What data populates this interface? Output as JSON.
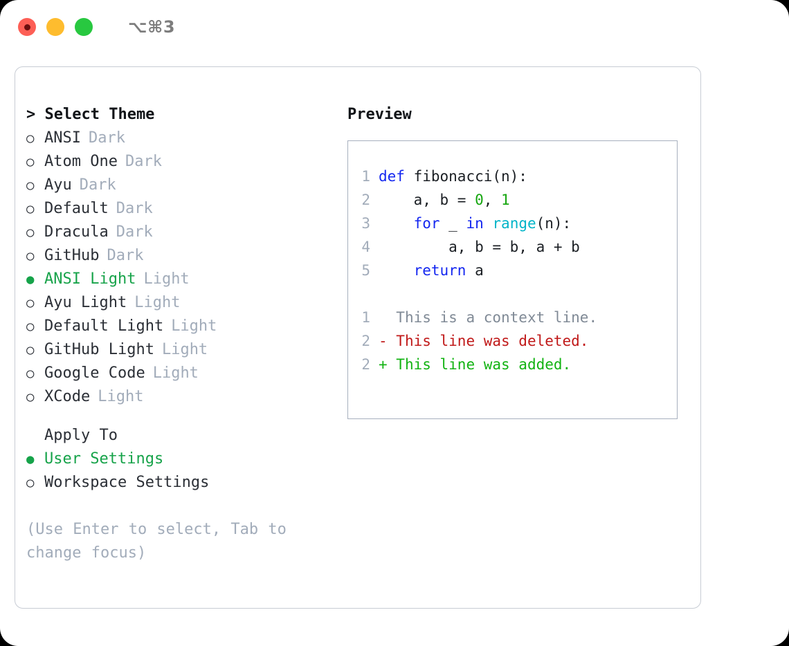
{
  "titlebar": {
    "shortcut": "⌥⌘3",
    "buttons": [
      {
        "name": "close",
        "color": "#fd5f56"
      },
      {
        "name": "minimize",
        "color": "#febc2e"
      },
      {
        "name": "maximize",
        "color": "#28c840"
      }
    ]
  },
  "theme_panel": {
    "header": "> Select Theme",
    "items": [
      {
        "marker": "○",
        "name": "ANSI",
        "suffix": "Dark",
        "selected": false
      },
      {
        "marker": "○",
        "name": "Atom One",
        "suffix": "Dark",
        "selected": false
      },
      {
        "marker": "○",
        "name": "Ayu",
        "suffix": "Dark",
        "selected": false
      },
      {
        "marker": "○",
        "name": "Default",
        "suffix": "Dark",
        "selected": false
      },
      {
        "marker": "○",
        "name": "Dracula",
        "suffix": "Dark",
        "selected": false
      },
      {
        "marker": "○",
        "name": "GitHub",
        "suffix": "Dark",
        "selected": false
      },
      {
        "marker": "●",
        "name": "ANSI Light",
        "suffix": "Light",
        "selected": true
      },
      {
        "marker": "○",
        "name": "Ayu Light",
        "suffix": "Light",
        "selected": false
      },
      {
        "marker": "○",
        "name": "Default Light",
        "suffix": "Light",
        "selected": false
      },
      {
        "marker": "○",
        "name": "GitHub Light",
        "suffix": "Light",
        "selected": false
      },
      {
        "marker": "○",
        "name": "Google Code",
        "suffix": "Light",
        "selected": false
      },
      {
        "marker": "○",
        "name": "XCode",
        "suffix": "Light",
        "selected": false
      }
    ],
    "apply_to": {
      "label": "Apply To",
      "options": [
        {
          "marker": "●",
          "name": "User Settings",
          "selected": true
        },
        {
          "marker": "○",
          "name": "Workspace Settings",
          "selected": false
        }
      ]
    },
    "hint": "(Use Enter to select, Tab to change focus)"
  },
  "preview_panel": {
    "header": "Preview",
    "code_lines": [
      {
        "num": "1",
        "tokens": [
          {
            "t": "def",
            "c": "kw"
          },
          {
            "t": " fibonacci(n):",
            "c": "plain"
          }
        ]
      },
      {
        "num": "2",
        "tokens": [
          {
            "t": "    a, b = ",
            "c": "plain"
          },
          {
            "t": "0",
            "c": "num"
          },
          {
            "t": ", ",
            "c": "plain"
          },
          {
            "t": "1",
            "c": "num"
          }
        ]
      },
      {
        "num": "3",
        "tokens": [
          {
            "t": "    ",
            "c": "plain"
          },
          {
            "t": "for",
            "c": "kw"
          },
          {
            "t": " _ ",
            "c": "plain"
          },
          {
            "t": "in",
            "c": "kw"
          },
          {
            "t": " ",
            "c": "plain"
          },
          {
            "t": "range",
            "c": "fn"
          },
          {
            "t": "(n):",
            "c": "plain"
          }
        ]
      },
      {
        "num": "4",
        "tokens": [
          {
            "t": "        a, b = b, a + b",
            "c": "plain"
          }
        ]
      },
      {
        "num": "5",
        "tokens": [
          {
            "t": "    ",
            "c": "plain"
          },
          {
            "t": "return",
            "c": "kw"
          },
          {
            "t": " a",
            "c": "plain"
          }
        ]
      }
    ],
    "diff_lines": [
      {
        "num": "1",
        "sign": "  ",
        "text": "This is a context line.",
        "kind": "ctx"
      },
      {
        "num": "2",
        "sign": "- ",
        "text": "This line was deleted.",
        "kind": "del"
      },
      {
        "num": "2",
        "sign": "+ ",
        "text": "This line was added.",
        "kind": "add"
      }
    ]
  },
  "colors": {
    "accent_green": "#17a34a",
    "muted": "#a2acba",
    "keyword": "#1427f0",
    "function": "#00b4c8",
    "number": "#16a610",
    "diff_delete": "#c01919",
    "diff_add": "#12b312",
    "border": "#a7b0be"
  }
}
